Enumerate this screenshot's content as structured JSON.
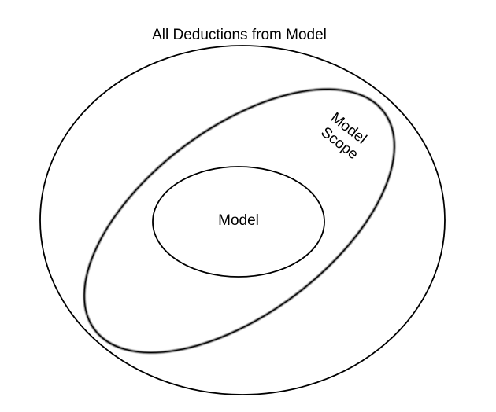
{
  "diagram": {
    "outer_label": "All Deductions from Model",
    "scope_label_line1": "Model",
    "scope_label_line2": "Scope",
    "inner_label": "Model"
  },
  "colors": {
    "stroke": "#000000",
    "background": "#ffffff"
  }
}
